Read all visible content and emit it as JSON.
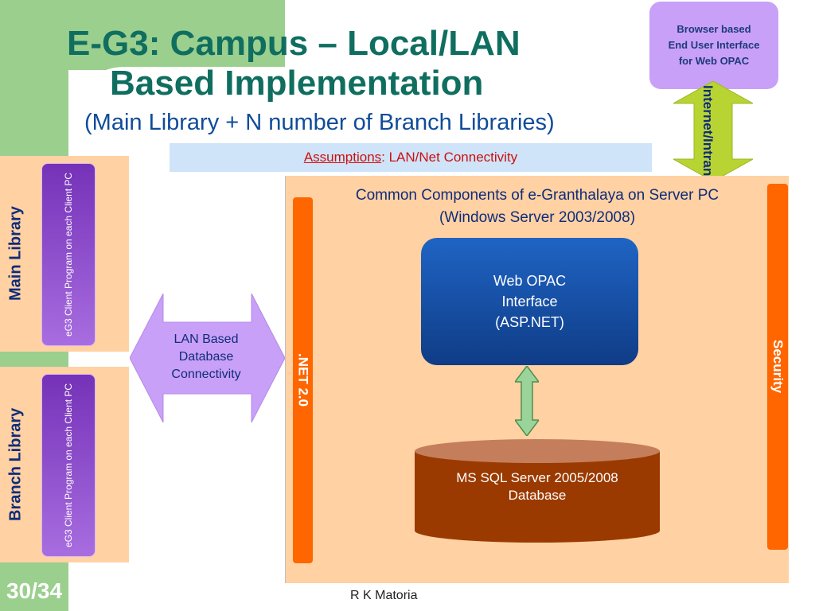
{
  "slide": {
    "title_line1": "E-G3: Campus – Local/LAN",
    "title_line2": "Based Implementation",
    "subtitle": "(Main Library + N number of Branch Libraries)",
    "page_number": "30/34",
    "author": "R K Matoria"
  },
  "browser_box": {
    "line1": "Browser based",
    "line2": "End User Interface",
    "line3": "for Web OPAC"
  },
  "internet_arrow": {
    "line1": "Internet/",
    "line2": "Intranet"
  },
  "assumptions": {
    "label": "Assumptions",
    "text": ": LAN/Net Connectivity"
  },
  "main_library": {
    "label": "Main Library",
    "client": "eG3 Client Program on each Client PC"
  },
  "branch_library": {
    "label": "Branch Library",
    "client": "eG3 Client Program on each Client PC"
  },
  "lan_arrow": {
    "line1": "LAN Based",
    "line2": "Database",
    "line3": "Connectivity"
  },
  "server": {
    "title_line1": "Common Components of e-Granthalaya on Server PC",
    "title_line2": "(Windows Server 2003/2008)",
    "net_label": ".NET 2.0",
    "security_label": "Security",
    "web_opac_line1": "Web OPAC",
    "web_opac_line2": "Interface",
    "web_opac_line3": "(ASP.NET)",
    "db_line1": "MS SQL Server 2005/2008",
    "db_line2": "Database"
  },
  "colors": {
    "title": "#0f6e5f",
    "panel": "#ffd1a3",
    "bar": "#ff6600",
    "purple": "#c9a0f8",
    "blue_box": "#1f64c4",
    "database": "#9b3a00"
  }
}
